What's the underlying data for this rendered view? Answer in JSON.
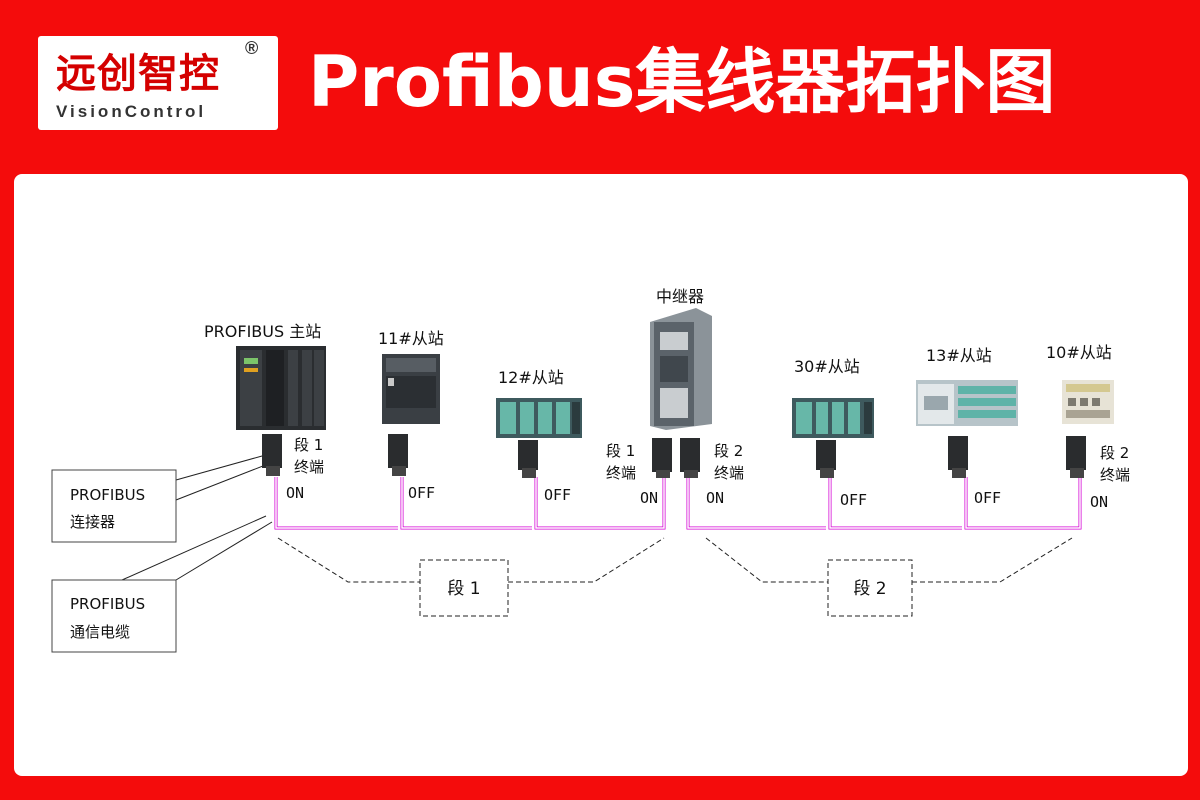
{
  "header": {
    "logo_cn": "远创智控",
    "logo_en": "VisionControl",
    "logo_reg": "®",
    "title": "Profibus集线器拓扑图"
  },
  "diagram": {
    "master_label": "PROFIBUS 主站",
    "repeater_label": "中继器",
    "slaves": {
      "s11": "11#从站",
      "s12": "12#从站",
      "s30": "30#从站",
      "s13": "13#从站",
      "s10": "10#从站"
    },
    "term_master": {
      "line1": "段 1",
      "line2": "终端"
    },
    "term_rep_left": {
      "line1": "段 1",
      "line2": "终端"
    },
    "term_rep_right": {
      "line1": "段 2",
      "line2": "终端"
    },
    "term_end": {
      "line1": "段 2",
      "line2": "终端"
    },
    "switch_states": {
      "master": "ON",
      "s11": "OFF",
      "s12": "OFF",
      "rep_left": "ON",
      "rep_right": "ON",
      "s30": "OFF",
      "s13": "OFF",
      "s10": "ON"
    },
    "segment1": "段 1",
    "segment2": "段 2",
    "callout_connector": {
      "line1": "PROFIBUS",
      "line2": "连接器"
    },
    "callout_cable": {
      "line1": "PROFIBUS",
      "line2": "通信电缆"
    },
    "cable_color": "#d400d4"
  }
}
